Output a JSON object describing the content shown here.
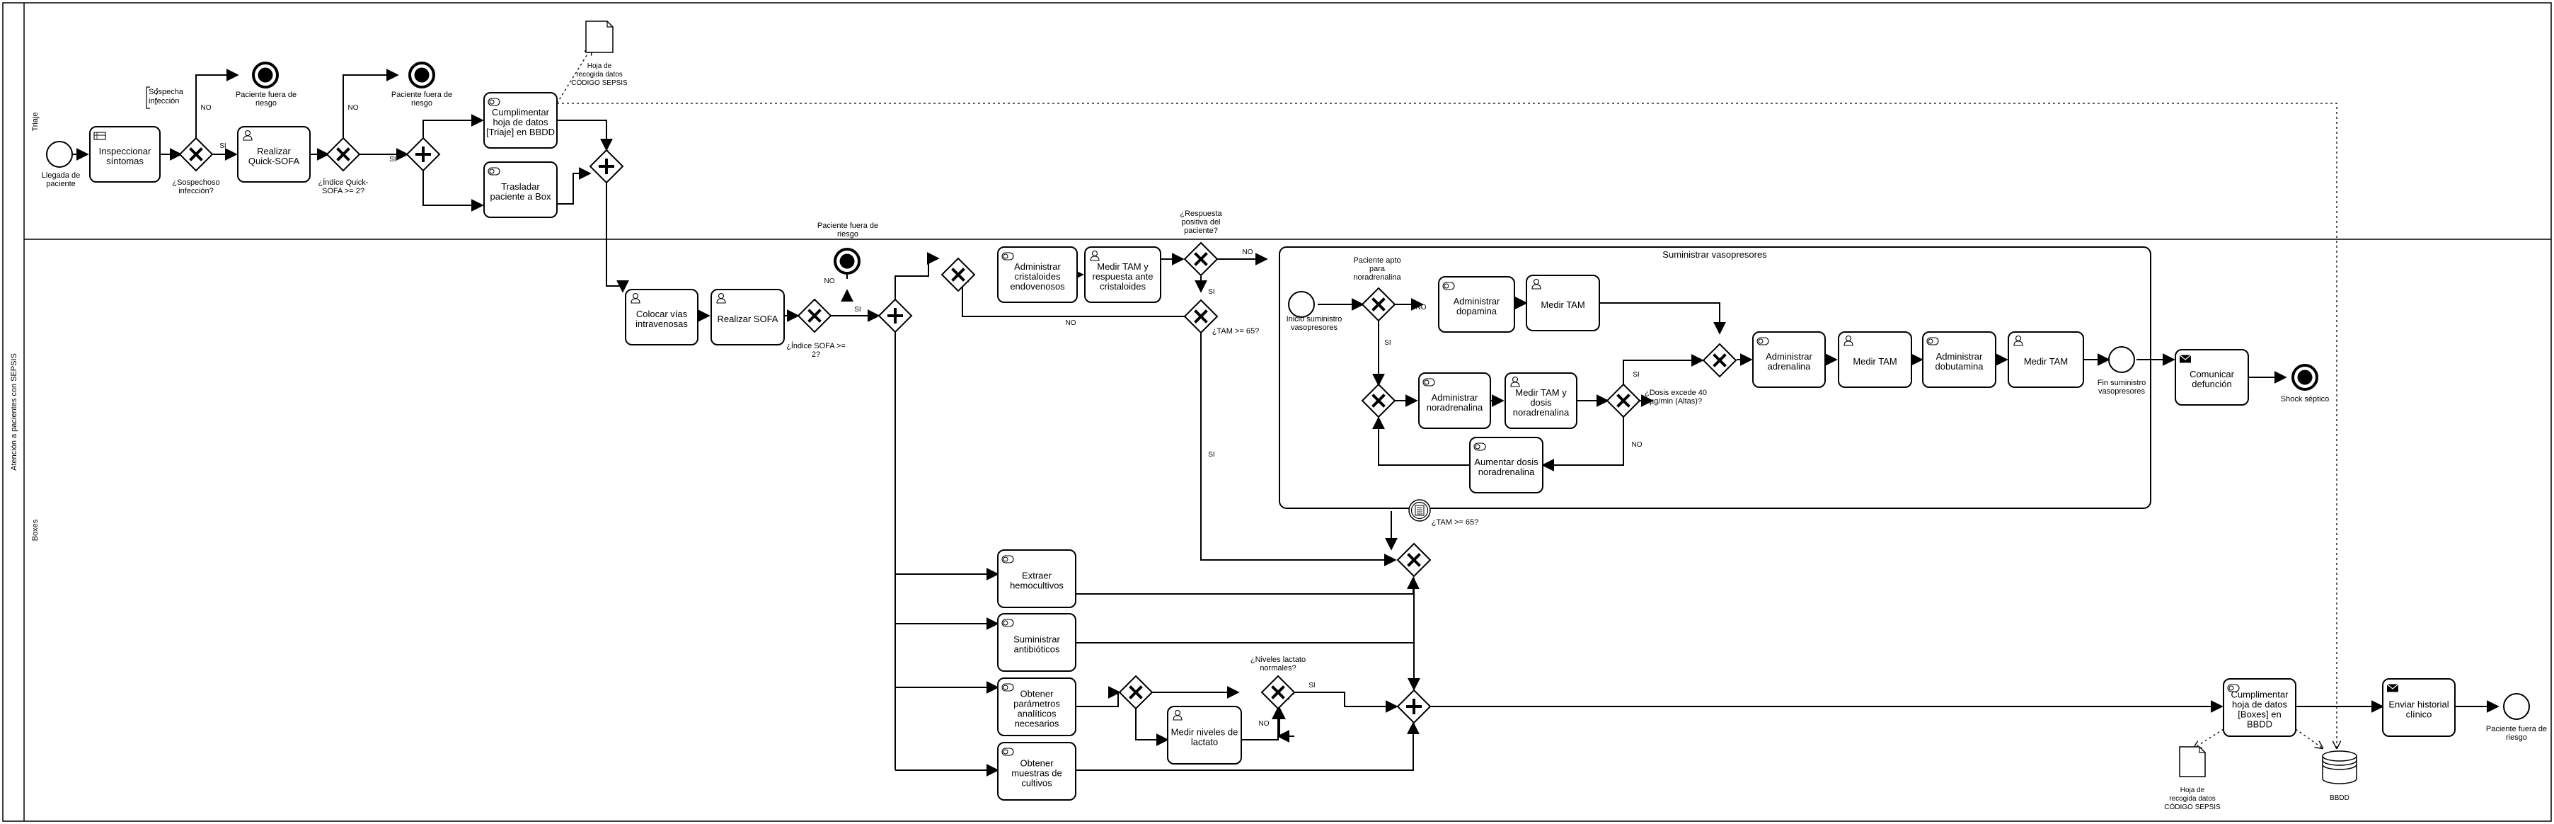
{
  "pool": {
    "title": "Atención a pacientes con SEPSIS"
  },
  "lanes": {
    "triaje": "Triaje",
    "boxes": "Boxes"
  },
  "subprocess": {
    "title": "Suministrar vasopresores"
  },
  "tasks": {
    "inspeccionar": [
      "Inspeccionar",
      "síntomas"
    ],
    "quick_sofa": [
      "Realizar",
      "Quick-SOFA"
    ],
    "cumplimentar_triaje": [
      "Cumplimentar",
      "hoja de datos",
      "[Triaje] en BBDD"
    ],
    "trasladar": [
      "Trasladar",
      "paciente a Box"
    ],
    "colocar_vias": [
      "Colocar vías",
      "intravenosas"
    ],
    "realizar_sofa": [
      "Realizar SOFA"
    ],
    "cristaloides": [
      "Administrar",
      "cristaloides",
      "endovenosos"
    ],
    "medir_tam_cristal": [
      "Medir TAM y",
      "respuesta ante",
      "cristaloides"
    ],
    "dopamina": [
      "Administrar",
      "dopamina"
    ],
    "medir_tam_1": [
      "Medir TAM"
    ],
    "noradrenalina": [
      "Administrar",
      "noradrenalina"
    ],
    "medir_tam_dosis": [
      "Medir TAM y",
      "dosis",
      "noradrenalina"
    ],
    "aumentar_dosis": [
      "Aumentar dosis",
      "noradrenalina"
    ],
    "adrenalina": [
      "Administrar",
      "adrenalina"
    ],
    "medir_tam_2": [
      "Medir TAM"
    ],
    "dobutamina": [
      "Administrar",
      "dobutamina"
    ],
    "medir_tam_3": [
      "Medir TAM"
    ],
    "comunicar": [
      "Comunicar",
      "defunción"
    ],
    "hemocultivos": [
      "Extraer",
      "hemocultivos"
    ],
    "antibioticos": [
      "Suministrar",
      "antibióticos"
    ],
    "parametros": [
      "Obtener",
      "parámetros",
      "analíticos",
      "necesarios"
    ],
    "lactato": [
      "Medir niveles de",
      "lactato"
    ],
    "muestras": [
      "Obtener",
      "muestras de",
      "cultivos"
    ],
    "cumplimentar_boxes": [
      "Cumplimentar",
      "hoja de datos",
      "[Boxes] en",
      "BBDD"
    ],
    "historial": [
      "Enviar historial",
      "clínico"
    ]
  },
  "events": {
    "llegada": [
      "Llegada de",
      "paciente"
    ],
    "fuera_riesgo_1": [
      "Paciente fuera de",
      "riesgo"
    ],
    "fuera_riesgo_2": [
      "Paciente fuera de",
      "riesgo"
    ],
    "fuera_riesgo_3": [
      "Paciente fuera de",
      "riesgo"
    ],
    "inicio_vaso": [
      "Inicio suministro",
      "vasopresores"
    ],
    "fin_vaso": [
      "Fin suministro",
      "vasopresores"
    ],
    "shock": [
      "Shock séptico"
    ],
    "fuera_riesgo_final": [
      "Paciente fuera de",
      "riesgo"
    ]
  },
  "gateways": {
    "sospechoso": [
      "¿Sospechoso",
      "infección?"
    ],
    "quick": [
      "¿Índice Quick-",
      "SOFA >= 2?"
    ],
    "sofa": [
      "¿Índice SOFA >=",
      "2?"
    ],
    "respuesta": [
      "¿Respuesta",
      "positiva del",
      "paciente?"
    ],
    "tam_65": [
      "¿TAM >= 65?"
    ],
    "apto": [
      "Paciente apto",
      "para",
      "noradrenalina"
    ],
    "dosis": [
      "¿Dosis excede 40",
      "µg/min (Altas)?"
    ],
    "lactato": [
      "¿Niveles lactato",
      "normales?"
    ],
    "tam_boundary": [
      "¿TAM >= 65?"
    ]
  },
  "labels": {
    "si": "SI",
    "no": "NO"
  },
  "annotation": [
    "Sospecha",
    "infección"
  ],
  "data_objects": {
    "hoja_top": [
      "Hoja de",
      "recogida datos",
      "CÓDIGO SEPSIS"
    ],
    "hoja_bottom": [
      "Hoja de",
      "recogida datos",
      "CÓDIGO SEPSIS"
    ],
    "bbdd": [
      "BBDD"
    ]
  }
}
